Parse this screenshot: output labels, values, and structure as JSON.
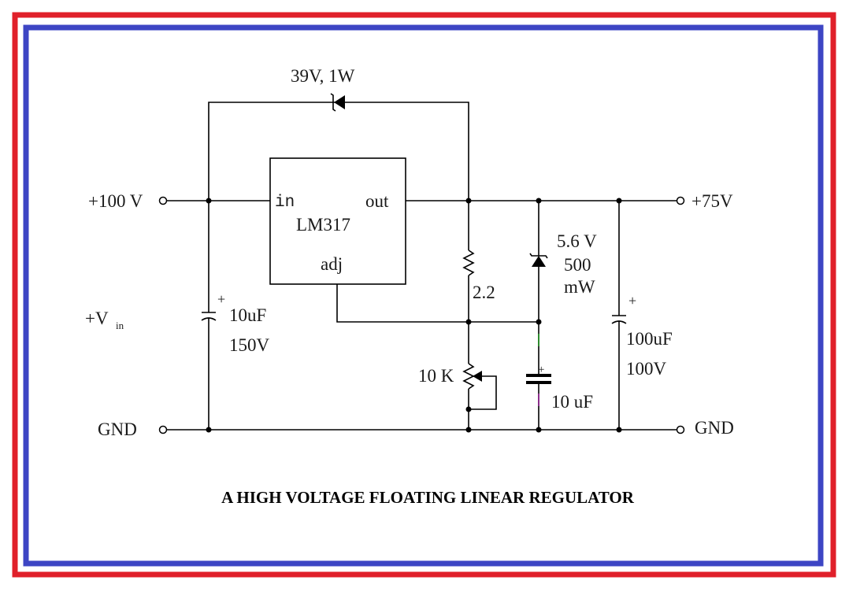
{
  "colors": {
    "outer_frame": "#e0202a",
    "inner_frame": "#3d45c4",
    "wire": "#000000",
    "cap_lead_accent": "#2e8b2e"
  },
  "labels": {
    "zener_top": "39V, 1W",
    "input_voltage": "+100 V",
    "output_voltage": "+75V",
    "vin_main": "+V",
    "vin_sub": "in",
    "gnd_left": "GND",
    "gnd_right": "GND",
    "ic_in": "in",
    "ic_out": "out",
    "ic_name": "LM317",
    "ic_adj": "adj",
    "resistor": "2.2",
    "pot": "10 K",
    "zener_right_v": "5.6 V",
    "zener_right_p1": "500",
    "zener_right_p2": "mW",
    "cap_in_value": "10uF",
    "cap_in_voltage": "150V",
    "cap_mid_value": "10 uF",
    "cap_out_value": "100uF",
    "cap_out_voltage": "100V",
    "plus_sign": "+",
    "title": "A HIGH VOLTAGE FLOATING LINEAR REGULATOR"
  }
}
